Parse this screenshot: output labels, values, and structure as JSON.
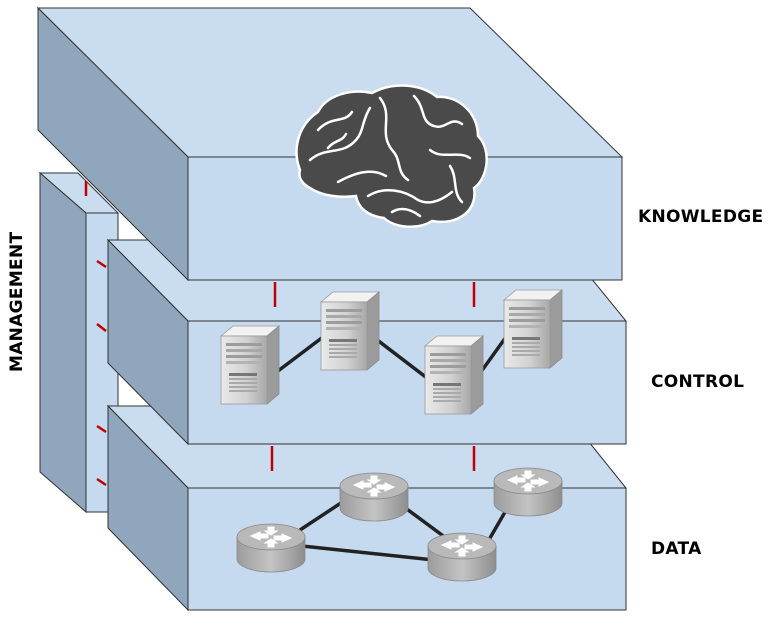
{
  "diagram": {
    "layers": {
      "knowledge": {
        "label": "KNOWLEDGE",
        "icon": "brain-icon"
      },
      "control": {
        "label": "CONTROL",
        "icon": "server-icon"
      },
      "data": {
        "label": "DATA",
        "icon": "router-icon"
      }
    },
    "management": {
      "label": "MANAGEMENT"
    },
    "colors": {
      "slab_top": "#c9dcf0",
      "slab_front": "#c5d9ef",
      "slab_side": "#8fa6bd",
      "slab_stroke": "#333333",
      "connector": "#c00000",
      "brain": "#4a4a4a",
      "link": "#222222"
    }
  }
}
